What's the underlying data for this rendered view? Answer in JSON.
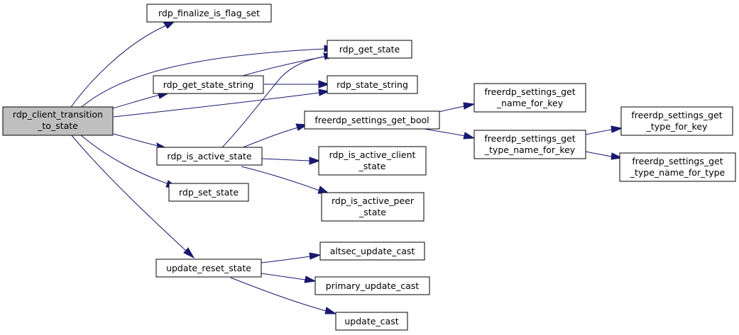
{
  "graph": {
    "root": {
      "label_lines": [
        "rdp_client_transition",
        "_to_state"
      ]
    },
    "nodes": {
      "rdp_finalize_is_flag_set": {
        "label_lines": [
          "rdp_finalize_is_flag_set"
        ]
      },
      "rdp_get_state": {
        "label_lines": [
          "rdp_get_state"
        ]
      },
      "rdp_get_state_string": {
        "label_lines": [
          "rdp_get_state_string"
        ]
      },
      "rdp_state_string": {
        "label_lines": [
          "rdp_state_string"
        ]
      },
      "freerdp_settings_get_bool": {
        "label_lines": [
          "freerdp_settings_get_bool"
        ]
      },
      "freerdp_settings_get_name_for_key": {
        "label_lines": [
          "freerdp_settings_get",
          "_name_for_key"
        ]
      },
      "freerdp_settings_get_type_name_for_key": {
        "label_lines": [
          "freerdp_settings_get",
          "_type_name_for_key"
        ]
      },
      "freerdp_settings_get_type_for_key": {
        "label_lines": [
          "freerdp_settings_get",
          "_type_for_key"
        ]
      },
      "freerdp_settings_get_type_name_for_type": {
        "label_lines": [
          "freerdp_settings_get",
          "_type_name_for_type"
        ]
      },
      "rdp_is_active_state": {
        "label_lines": [
          "rdp_is_active_state"
        ]
      },
      "rdp_is_active_client_state": {
        "label_lines": [
          "rdp_is_active_client",
          "_state"
        ]
      },
      "rdp_is_active_peer_state": {
        "label_lines": [
          "rdp_is_active_peer",
          "_state"
        ]
      },
      "rdp_set_state": {
        "label_lines": [
          "rdp_set_state"
        ]
      },
      "update_reset_state": {
        "label_lines": [
          "update_reset_state"
        ]
      },
      "altsec_update_cast": {
        "label_lines": [
          "altsec_update_cast"
        ]
      },
      "primary_update_cast": {
        "label_lines": [
          "primary_update_cast"
        ]
      },
      "update_cast": {
        "label_lines": [
          "update_cast"
        ]
      }
    },
    "edges": [
      {
        "from": "rdp_client_transition_to_state",
        "to": "rdp_finalize_is_flag_set"
      },
      {
        "from": "rdp_client_transition_to_state",
        "to": "rdp_get_state"
      },
      {
        "from": "rdp_client_transition_to_state",
        "to": "rdp_get_state_string"
      },
      {
        "from": "rdp_client_transition_to_state",
        "to": "rdp_state_string"
      },
      {
        "from": "rdp_client_transition_to_state",
        "to": "rdp_is_active_state"
      },
      {
        "from": "rdp_client_transition_to_state",
        "to": "rdp_set_state"
      },
      {
        "from": "rdp_client_transition_to_state",
        "to": "update_reset_state"
      },
      {
        "from": "rdp_get_state_string",
        "to": "rdp_get_state"
      },
      {
        "from": "rdp_get_state_string",
        "to": "rdp_state_string"
      },
      {
        "from": "rdp_is_active_state",
        "to": "rdp_get_state"
      },
      {
        "from": "rdp_is_active_state",
        "to": "freerdp_settings_get_bool"
      },
      {
        "from": "rdp_is_active_state",
        "to": "rdp_is_active_client_state"
      },
      {
        "from": "rdp_is_active_state",
        "to": "rdp_is_active_peer_state"
      },
      {
        "from": "freerdp_settings_get_bool",
        "to": "freerdp_settings_get_name_for_key"
      },
      {
        "from": "freerdp_settings_get_bool",
        "to": "freerdp_settings_get_type_name_for_key"
      },
      {
        "from": "freerdp_settings_get_type_name_for_key",
        "to": "freerdp_settings_get_type_for_key"
      },
      {
        "from": "freerdp_settings_get_type_name_for_key",
        "to": "freerdp_settings_get_type_name_for_type"
      },
      {
        "from": "update_reset_state",
        "to": "altsec_update_cast"
      },
      {
        "from": "update_reset_state",
        "to": "primary_update_cast"
      },
      {
        "from": "update_reset_state",
        "to": "update_cast"
      }
    ],
    "colors": {
      "root_fill": "#bfbfbf",
      "node_fill": "#ffffff",
      "edge": "#191970"
    }
  }
}
